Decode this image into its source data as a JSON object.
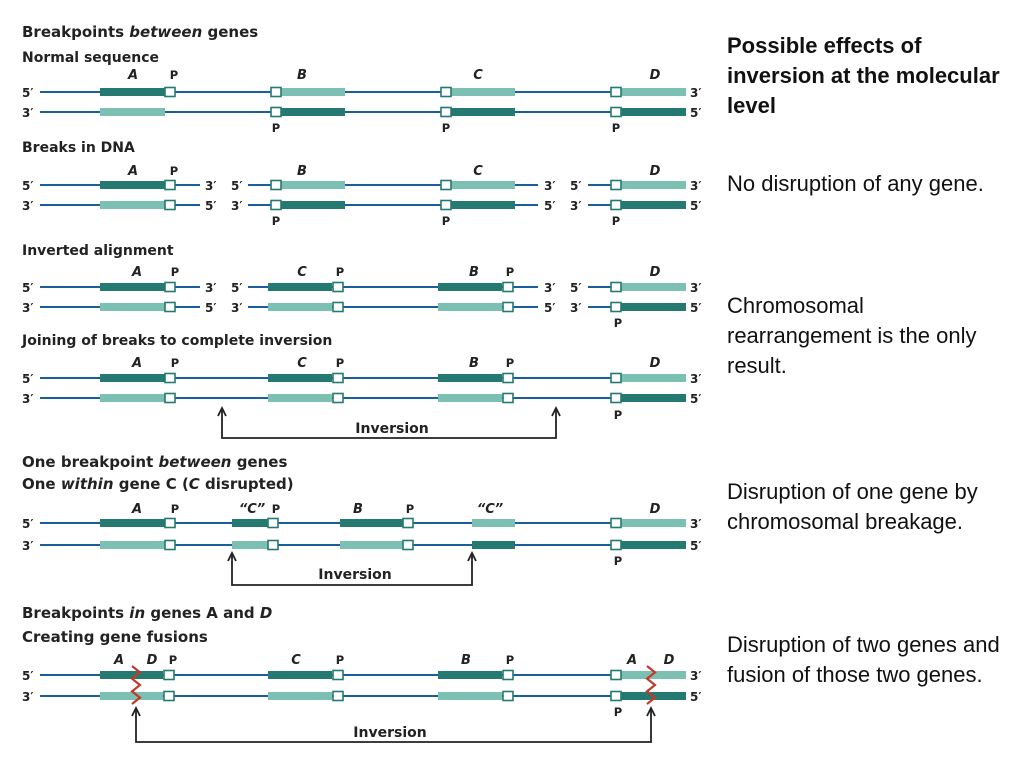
{
  "colors": {
    "strand": "#1a5f9c",
    "gene_dark": "#247a70",
    "gene_light": "#7cc0b3",
    "break_mark": "#c0392b"
  },
  "right_panel": {
    "title": "Possible effects of inversion at the molecular level",
    "note1": "No disruption of any gene.",
    "note2": "Chromosomal rearrangement is the only result.",
    "note3": "Disruption of one gene by chromosomal breakage.",
    "note4": "Disruption of two genes and fusion of those two genes."
  },
  "labels": {
    "five_prime": "5′",
    "three_prime": "3′",
    "promoter": "P",
    "inversion": "Inversion"
  },
  "sections": {
    "s1": {
      "title": [
        "Breakpoints ",
        "between",
        " genes"
      ]
    },
    "s2": {
      "title1": [
        "One breakpoint ",
        "between",
        " genes"
      ],
      "title2": [
        "One ",
        "within",
        " gene C (",
        "C",
        " disrupted)"
      ]
    },
    "s3": {
      "title1": [
        "Breakpoints ",
        "in",
        " genes A and ",
        "D"
      ],
      "title2": "Creating gene fusions"
    }
  },
  "rows": [
    {
      "label": "Normal sequence",
      "genes": [
        "A",
        "B",
        "C",
        "D"
      ]
    },
    {
      "label": "Breaks in DNA",
      "genes": [
        "A",
        "B",
        "C",
        "D"
      ]
    },
    {
      "label": "Inverted alignment",
      "genes": [
        "A",
        "C",
        "B",
        "D"
      ]
    },
    {
      "label": "Joining of breaks to complete inversion",
      "genes": [
        "A",
        "C",
        "B",
        "D"
      ]
    },
    {
      "label": "",
      "genes": [
        "A",
        "“C”",
        "B",
        "“C”",
        "D"
      ]
    },
    {
      "label": "",
      "genes": [
        "A",
        "D",
        "C",
        "B",
        "A",
        "D"
      ]
    }
  ]
}
